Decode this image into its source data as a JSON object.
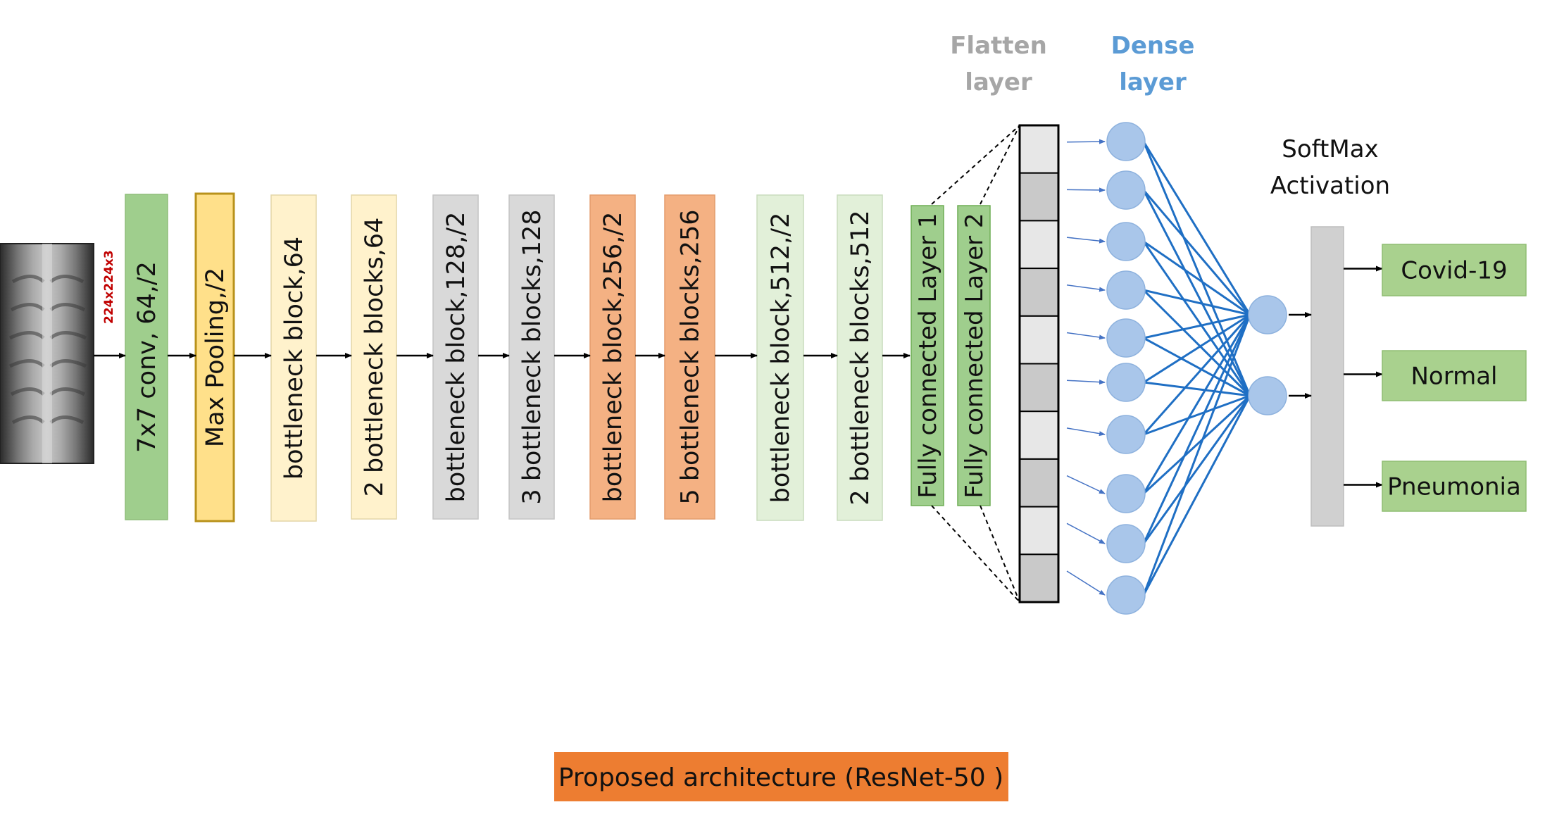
{
  "input": {
    "image_desc": "chest-xray-thumbnail",
    "dims_label": "224x224x3"
  },
  "blocks": [
    {
      "label": "7x7 conv, 64,/2",
      "fill": "#9fce8d",
      "stroke": "#8dbd79"
    },
    {
      "label": "Max Pooling,/2",
      "fill": "#ffe08a",
      "stroke": "#b8921b"
    },
    {
      "label": "bottleneck block,64",
      "fill": "#fff2cc",
      "stroke": "#e3d6a8"
    },
    {
      "label": "2 bottleneck blocks,64",
      "fill": "#fff2cc",
      "stroke": "#e3d6a8"
    },
    {
      "label": "bottleneck block,128,/2",
      "fill": "#d9d9d9",
      "stroke": "#c4c4c4"
    },
    {
      "label": "3 bottleneck blocks,128",
      "fill": "#d9d9d9",
      "stroke": "#c4c4c4"
    },
    {
      "label": "bottleneck block,256,/2",
      "fill": "#f4b183",
      "stroke": "#e39c6c"
    },
    {
      "label": "5 bottleneck blocks,256",
      "fill": "#f4b183",
      "stroke": "#e39c6c"
    },
    {
      "label": "bottleneck block,512,/2",
      "fill": "#e2f0d9",
      "stroke": "#c9dcbd"
    },
    {
      "label": "2 bottleneck blocks,512",
      "fill": "#e2f0d9",
      "stroke": "#c9dcbd"
    }
  ],
  "fc_layers": [
    {
      "label": "Fully connected Layer 1",
      "fill": "#9fce8d",
      "stroke": "#6fae55"
    },
    {
      "label": "Fully connected Layer 2",
      "fill": "#9fce8d",
      "stroke": "#6fae55"
    }
  ],
  "flatten": {
    "heading_line1": "Flatten",
    "heading_line2": "layer",
    "heading_color": "#a6a6a6",
    "cell_shades": [
      "#e7e7e7",
      "#c9c9c9"
    ],
    "cells": 10
  },
  "dense": {
    "heading_line1": "Dense",
    "heading_line2": "layer",
    "heading_color": "#5b9bd5",
    "node_fill": "#a9c6ea",
    "node_stroke": "#8eb2de",
    "edge_color": "#1f6fc4",
    "node_count": 10,
    "hidden_node_count": 2
  },
  "softmax": {
    "line1": "SoftMax",
    "line2": "Activation",
    "bar_fill": "#d0d0d0"
  },
  "outputs": [
    {
      "label": "Covid-19"
    },
    {
      "label": "Normal"
    },
    {
      "label": "Pneumonia"
    }
  ],
  "output_colors": {
    "fill": "#a9d18e",
    "stroke": "#8fbd72"
  },
  "caption": {
    "text": "Proposed architecture (ResNet-50 )",
    "fill": "#ed7d31"
  }
}
